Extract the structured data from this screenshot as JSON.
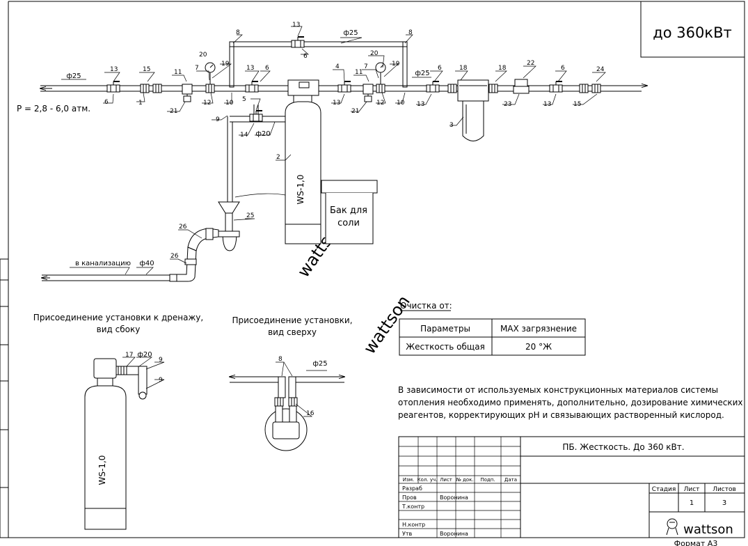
{
  "power_box": "до 360кВт",
  "pressure": "P = 2,8 - 6,0 атм.",
  "pipe_labels": {
    "main_in": "ф25",
    "bypass": "ф25",
    "main_out": "ф25",
    "drain": "ф40",
    "injector": "ф20",
    "top_view": "ф25",
    "side_view": "ф20"
  },
  "to_sewer": "в канализацию",
  "softener_model": "WS-1,0",
  "brine_tank": [
    "Бак для",
    "соли"
  ],
  "watermark": "wattson",
  "callouts": {
    "main": [
      {
        "n": "13"
      },
      {
        "n": "15"
      },
      {
        "n": "6"
      },
      {
        "n": "1"
      },
      {
        "n": "11"
      },
      {
        "n": "21"
      },
      {
        "n": "20"
      },
      {
        "n": "7"
      },
      {
        "n": "19"
      },
      {
        "n": "12"
      },
      {
        "n": "8"
      },
      {
        "n": "10"
      },
      {
        "n": "13"
      },
      {
        "n": "6"
      },
      {
        "n": "8"
      },
      {
        "n": "13"
      },
      {
        "n": "6"
      },
      {
        "n": "9"
      },
      {
        "n": "5"
      },
      {
        "n": "14"
      },
      {
        "n": "4"
      },
      {
        "n": "13"
      },
      {
        "n": "11"
      },
      {
        "n": "21"
      },
      {
        "n": "7"
      },
      {
        "n": "20"
      },
      {
        "n": "19"
      },
      {
        "n": "12"
      },
      {
        "n": "10"
      },
      {
        "n": "6"
      },
      {
        "n": "13"
      },
      {
        "n": "18"
      },
      {
        "n": "18"
      },
      {
        "n": "3"
      },
      {
        "n": "22"
      },
      {
        "n": "23"
      },
      {
        "n": "6"
      },
      {
        "n": "13"
      },
      {
        "n": "24"
      },
      {
        "n": "15"
      },
      {
        "n": "2"
      },
      {
        "n": "25"
      },
      {
        "n": "26"
      },
      {
        "n": "26"
      }
    ],
    "side": [
      {
        "n": "17"
      },
      {
        "n": "9"
      },
      {
        "n": "9"
      }
    ],
    "top": [
      {
        "n": "8"
      },
      {
        "n": "16"
      }
    ]
  },
  "captions": {
    "side_view": [
      "Присоединение установки к дренажу,",
      "вид сбоку"
    ],
    "top_view": [
      "Присоединение установки,",
      "вид сверху"
    ]
  },
  "cleaning": {
    "title": "Очистка от:",
    "headers": [
      "Параметры",
      "MAX загрязнение"
    ],
    "row": [
      "Жесткость общая",
      "20 °Ж"
    ]
  },
  "note": [
    "В зависимости от используемых конструкционных материалов системы",
    "отопления необходимо применять, дополнительно, дозирование химических",
    "реагентов, корректирующих pH и связывающих растворенный кислород."
  ],
  "title_block": {
    "title": "ПБ. Жесткость. До 360 кВт.",
    "col_headers": [
      "Изм.",
      "Кол. уч.",
      "Лист",
      "№ док.",
      "Подп.",
      "Дата"
    ],
    "roles": [
      "Разраб",
      "Пров",
      "Т.контр",
      "",
      "Н.контр",
      "Утв"
    ],
    "names": [
      "",
      "Воронина",
      "",
      "",
      "",
      "Воронина"
    ],
    "stage_headers": [
      "Стадия",
      "Лист",
      "Листов"
    ],
    "sheet": "1",
    "sheets": "3",
    "logo": "wattson",
    "format": "Формат   А3"
  }
}
